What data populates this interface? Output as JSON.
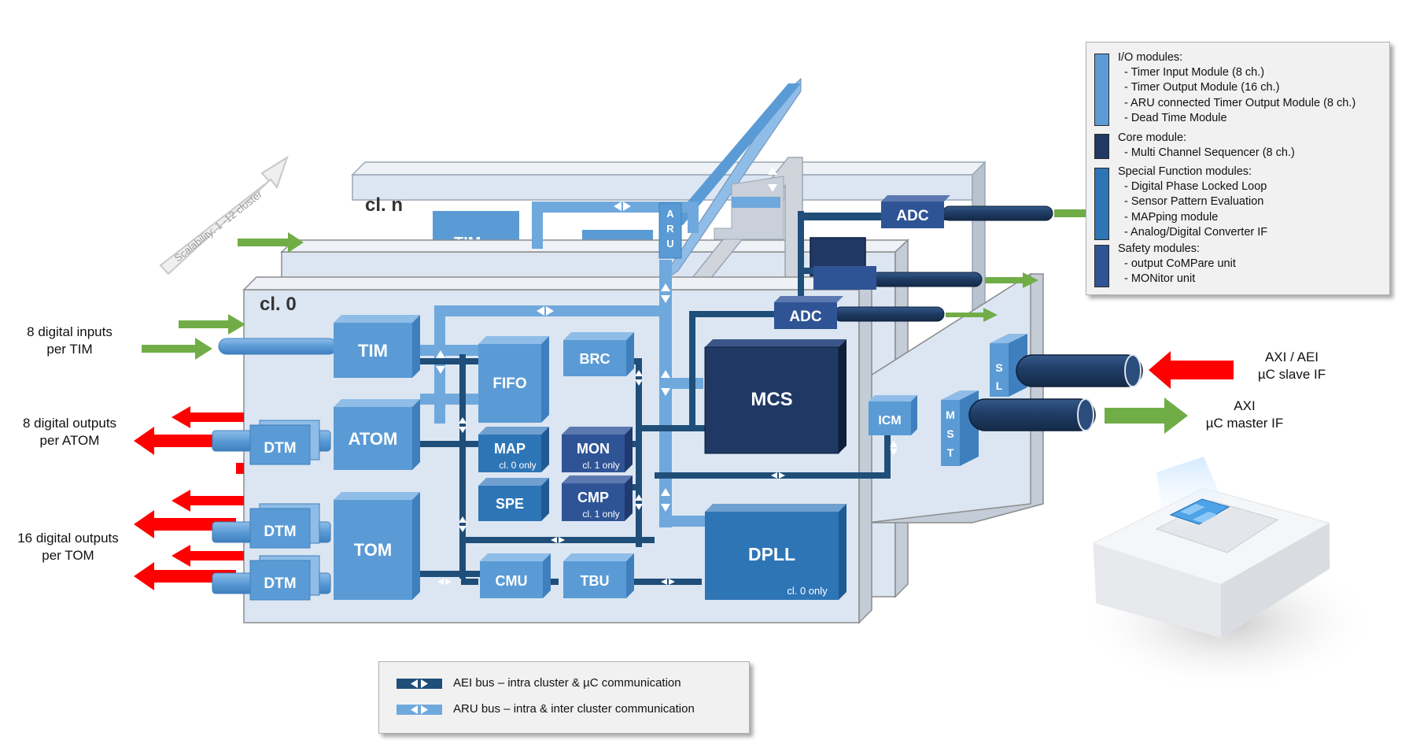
{
  "clusters": {
    "front": "cl. 0",
    "back": "cl. n",
    "scalability": "Scalability: 1 -12 cluster"
  },
  "modules": {
    "tim": "TIM",
    "tim_back": "TIM",
    "atom": "ATOM",
    "tom": "TOM",
    "dtm": "DTM",
    "fifo": "FIFO",
    "brc": "BRC",
    "map": "MAP",
    "map_note": "cl. 0 only",
    "mon": "MON",
    "mon_note": "cl. 1 only",
    "spe": "SPE",
    "cmp": "CMP",
    "cmp_note": "cl. 1 only",
    "cmu": "CMU",
    "tbu": "TBU",
    "mcs": "MCS",
    "dpll": "DPLL",
    "dpll_note": "cl. 0 only",
    "adc": "ADC",
    "icm": "ICM",
    "aru_letters": [
      "A",
      "R",
      "U"
    ],
    "mst_letters": [
      "M",
      "S",
      "T"
    ],
    "sl_letters": [
      "S",
      "L"
    ]
  },
  "external": {
    "inputs_tim": [
      "8 digital inputs",
      "per TIM"
    ],
    "outputs_atom": [
      "8 digital outputs",
      "per ATOM"
    ],
    "outputs_tom": [
      "16 digital outputs",
      "per TOM"
    ],
    "slave_if": [
      "AXI / AEI",
      "µC slave IF"
    ],
    "master_if": [
      "AXI",
      "µC master IF"
    ]
  },
  "legend": {
    "groups": [
      {
        "heading": "I/O modules:",
        "color": "#5b9bd5",
        "items": [
          "- Timer Input Module (8 ch.)",
          "- Timer Output Module (16 ch.)",
          "- ARU connected  Timer Output Module (8 ch.)",
          "- Dead Time Module"
        ]
      },
      {
        "heading": "Core module:",
        "color": "#1f3864",
        "items": [
          "- Multi Channel Sequencer (8 ch.)"
        ]
      },
      {
        "heading": "Special Function modules:",
        "color": "#2e75b6",
        "items": [
          "- Digital Phase Locked Loop",
          "- Sensor Pattern Evaluation",
          "- MAPping module",
          "- Analog/Digital Converter IF"
        ]
      },
      {
        "heading": "Safety modules:",
        "color": "#2f5496",
        "items": [
          "- output CoMPare unit",
          "- MONitor unit"
        ]
      }
    ]
  },
  "bus_legend": {
    "aei": "AEI bus – intra cluster & µC communication",
    "aru": "ARU bus – intra & inter cluster communication"
  },
  "colors": {
    "panel": "#dce6f2",
    "panel_edge": "#8c8c8c",
    "io_module": "#5b9bd5",
    "core_module": "#1f3864",
    "special_module": "#2e75b6",
    "safety_module": "#2f5496",
    "aei_bus": "#1f4e79",
    "aru_bus": "#6fa8dc",
    "input_arrow": "#70ad47",
    "output_arrow": "#ff0000"
  }
}
